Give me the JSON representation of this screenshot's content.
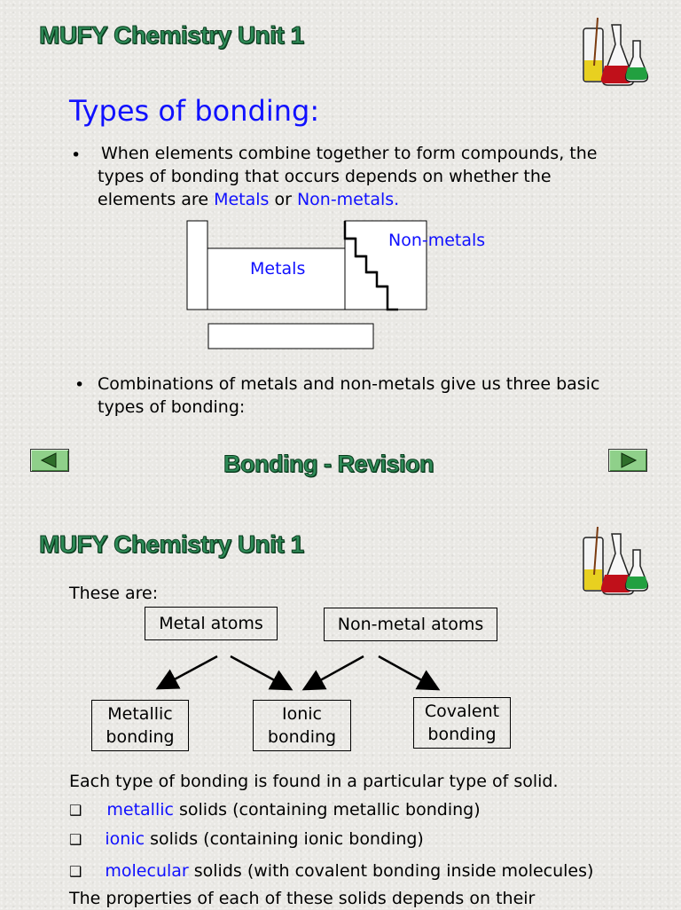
{
  "slide1": {
    "header": "MUFY Chemistry Unit 1",
    "heading": "Types of bonding:",
    "bullet_glyph": "•",
    "para1": {
      "line1": "When elements combine together to form compounds, the",
      "line2": "types of bonding that occurs depends on whether the",
      "line3_prefix": "elements are ",
      "metals": "Metals",
      "or": " or ",
      "nonmetals": "Non-metals."
    },
    "table": {
      "metals_label": "Metals",
      "nonmetals_label": "Non-metals"
    },
    "para2": {
      "line1": "Combinations of metals and non-metals give us three basic",
      "line2": "types of bonding:"
    },
    "footer": "Bonding - Revision"
  },
  "slide2": {
    "header": "MUFY Chemistry Unit 1",
    "intro": "These are:",
    "boxes": {
      "metal_atoms": "Metal atoms",
      "nonmetal_atoms": "Non-metal atoms",
      "metallic_1": "Metallic",
      "metallic_2": "bonding",
      "ionic_1": "Ionic",
      "ionic_2": "bonding",
      "covalent_1": "Covalent",
      "covalent_2": "bonding"
    },
    "sentence": "Each type of bonding is found in a particular type of solid.",
    "items": [
      {
        "key": "metallic",
        "rest": " solids (containing metallic bonding)"
      },
      {
        "key": "ionic",
        "rest": " solids (containing ionic bonding)"
      },
      {
        "key": "molecular",
        "rest": " solids (with covalent bonding inside molecules)"
      }
    ],
    "checkbox_glyph": "❑",
    "last_line": "The properties of each of these solids depends on their"
  },
  "colors": {
    "title_green": "#2e8b57",
    "blue_text": "#1010ff",
    "nav_green": "#8fd08a"
  },
  "icons": [
    "lab-glassware-icon",
    "left-arrow-icon",
    "right-arrow-icon",
    "checkbox-icon"
  ]
}
